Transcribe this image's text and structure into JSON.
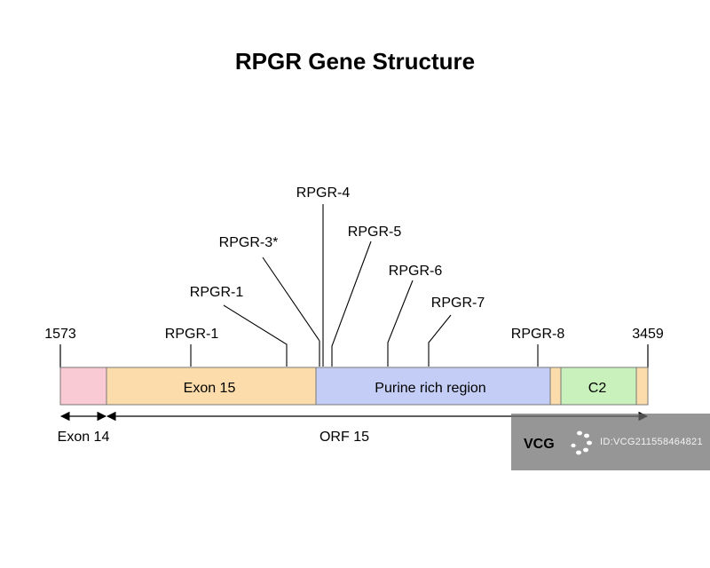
{
  "title": "RPGR Gene Structure",
  "colors": {
    "exon14": "#f9cad3",
    "exon15": "#fbdcaa",
    "purine": "#c4cdf6",
    "c2": "#c9f1bc",
    "tail": "#fbdcaa",
    "outline": "#777777"
  },
  "scale": {
    "start": "1573",
    "end": "3459"
  },
  "regions": {
    "exon15": "Exon 15",
    "purine": "Purine rich region",
    "c2": "C2"
  },
  "mutations": [
    {
      "id": "rpgr-1-lower",
      "label": "RPGR-1"
    },
    {
      "id": "rpgr-1-upper",
      "label": "RPGR-1"
    },
    {
      "id": "rpgr-3",
      "label": "RPGR-3*"
    },
    {
      "id": "rpgr-4",
      "label": "RPGR-4"
    },
    {
      "id": "rpgr-5",
      "label": "RPGR-5"
    },
    {
      "id": "rpgr-6",
      "label": "RPGR-6"
    },
    {
      "id": "rpgr-7",
      "label": "RPGR-7"
    },
    {
      "id": "rpgr-8",
      "label": "RPGR-8"
    }
  ],
  "spans": {
    "exon14": "Exon 14",
    "orf15": "ORF 15"
  },
  "watermark": {
    "logo": "VCG",
    "id": "ID:VCG211558464821"
  }
}
